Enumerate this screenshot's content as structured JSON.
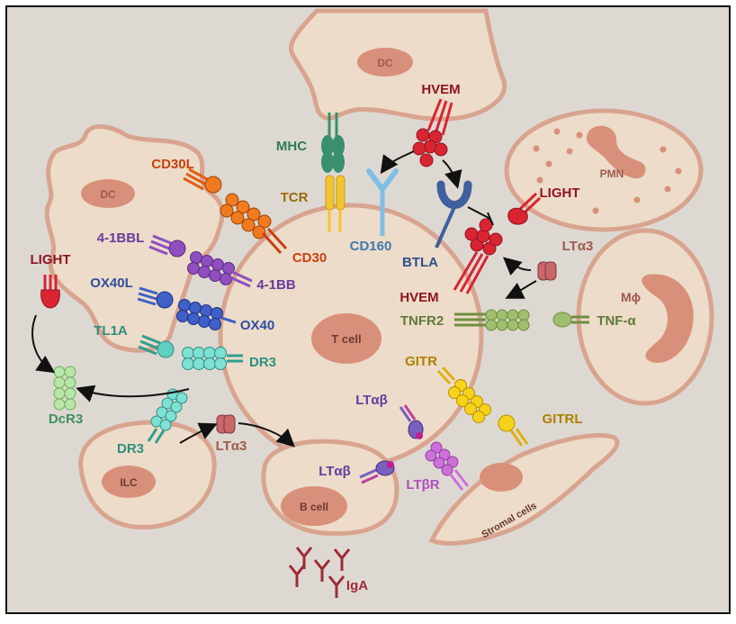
{
  "cells": {
    "t_cell": "T cell",
    "dc_top": "DC",
    "dc_left": "DC",
    "pmn": "PMN",
    "macrophage": "Mϕ",
    "ilc": "ILC",
    "b_cell": "B cell",
    "stromal": "Stromal cells"
  },
  "labels": {
    "hvem_dc": "HVEM",
    "mhc": "MHC",
    "tcr": "TCR",
    "cd160": "CD160",
    "btla": "BTLA",
    "light_pmn": "LIGHT",
    "lta3_right": "LTα3",
    "hvem_t": "HVEM",
    "tnfr2": "TNFR2",
    "tnfa": "TNF-α",
    "cd30l": "CD30L",
    "cd30": "CD30",
    "4_1bbl": "4-1BBL",
    "4_1bb": "4-1BB",
    "light_left": "LIGHT",
    "ox40l": "OX40L",
    "ox40": "OX40",
    "tl1a": "TL1A",
    "dr3_t": "DR3",
    "dcr3": "DcR3",
    "dr3_ilc": "DR3",
    "lta3_ilc": "LTα3",
    "gitr": "GITR",
    "gitrl": "GITRL",
    "ltab_t": "LTαβ",
    "ltab_b": "LTαβ",
    "ltbr": "LTβR",
    "iga": "IgA"
  },
  "colors": {
    "background": "#ddd9d2",
    "cell_fill": "#ecdcc9",
    "cell_stroke": "#d9a48f",
    "nucleus": "#d9907a",
    "hvem": "#cc1f2b",
    "light": "#d92432",
    "mhc": "#3a8f6e",
    "tcr": "#f2c530",
    "cd160": "#7fbfe6",
    "btla": "#3f5f9e",
    "tnfr2": "#9fbf6f",
    "cd30": "#f07a1e",
    "cd30l": "#e06018",
    "bb": "#8f4fbf",
    "ox40": "#3f5fc9",
    "tl1a": "#5fcfbf",
    "dcr3": "#b8e6a8",
    "gitr": "#f7d21a",
    "ltab": "#7a5fbf",
    "ltbr": "#cf6fd9",
    "lta3": "#c9676a",
    "iga": "#9f2a34"
  }
}
